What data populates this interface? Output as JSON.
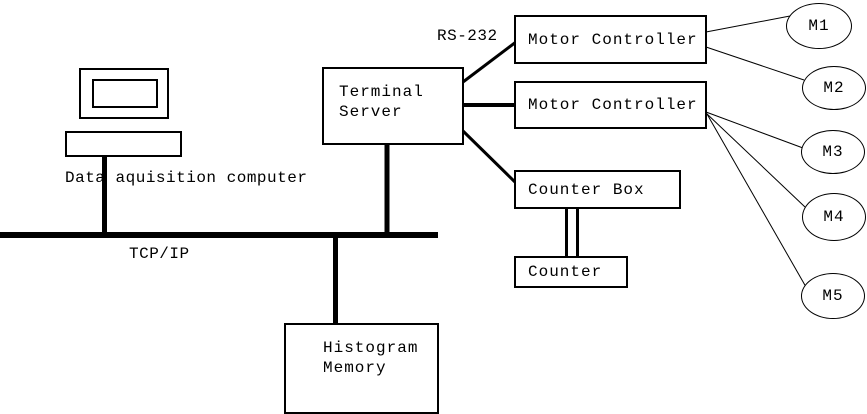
{
  "labels": {
    "computer": "Data aquisition computer",
    "network_bus": "TCP/IP",
    "serial_link": "RS-232"
  },
  "nodes": {
    "terminal_server": {
      "line1": "Terminal",
      "line2": "Server"
    },
    "motor_controller_1": {
      "label": "Motor Controller"
    },
    "motor_controller_2": {
      "label": "Motor Controller"
    },
    "counter_box": {
      "label": "Counter Box"
    },
    "counter": {
      "label": "Counter"
    },
    "histogram_memory": {
      "line1": "Histogram",
      "line2": "Memory"
    }
  },
  "motors": [
    {
      "label": "M1"
    },
    {
      "label": "M2"
    },
    {
      "label": "M3"
    },
    {
      "label": "M4"
    },
    {
      "label": "M5"
    }
  ],
  "colors": {
    "line": "#000000",
    "background": "#ffffff"
  }
}
